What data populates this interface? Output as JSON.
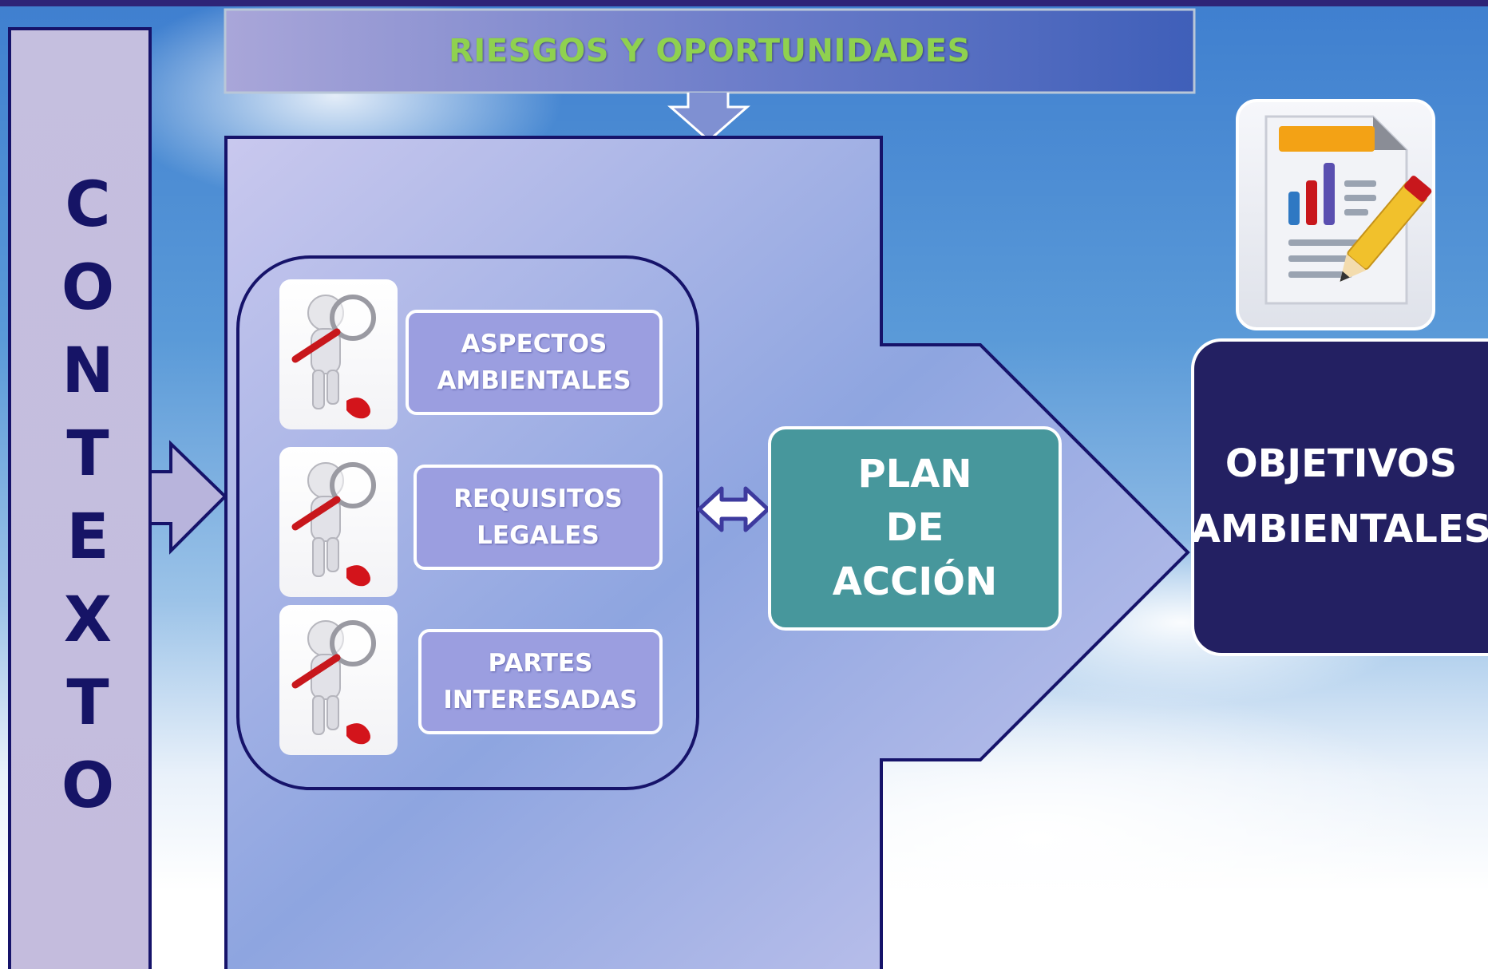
{
  "header": {
    "title": "RIESGOS Y OPORTUNIDADES"
  },
  "context": {
    "letters": [
      "C",
      "O",
      "N",
      "T",
      "E",
      "X",
      "T",
      "O"
    ]
  },
  "factors": [
    {
      "label": "ASPECTOS\nAMBIENTALES"
    },
    {
      "label": "REQUISITOS\nLEGALES"
    },
    {
      "label": "PARTES\nINTERESADAS"
    }
  ],
  "plan": {
    "label": "PLAN\nDE\nACCIÓN"
  },
  "objectives": {
    "label": "OBJETIVOS\nAMBIENTALES"
  },
  "icons": {
    "thumbnail": "magnifier-figure-icon",
    "report": "report-chart-pencil-icon",
    "bidirectional": "double-arrow-icon"
  },
  "colors": {
    "header_text": "#8fd14f",
    "context_text": "#161466",
    "factor_fill": "#9b9ee0",
    "plan_fill": "#47979c",
    "objectives_fill": "#232062",
    "outline": "#16136a"
  }
}
